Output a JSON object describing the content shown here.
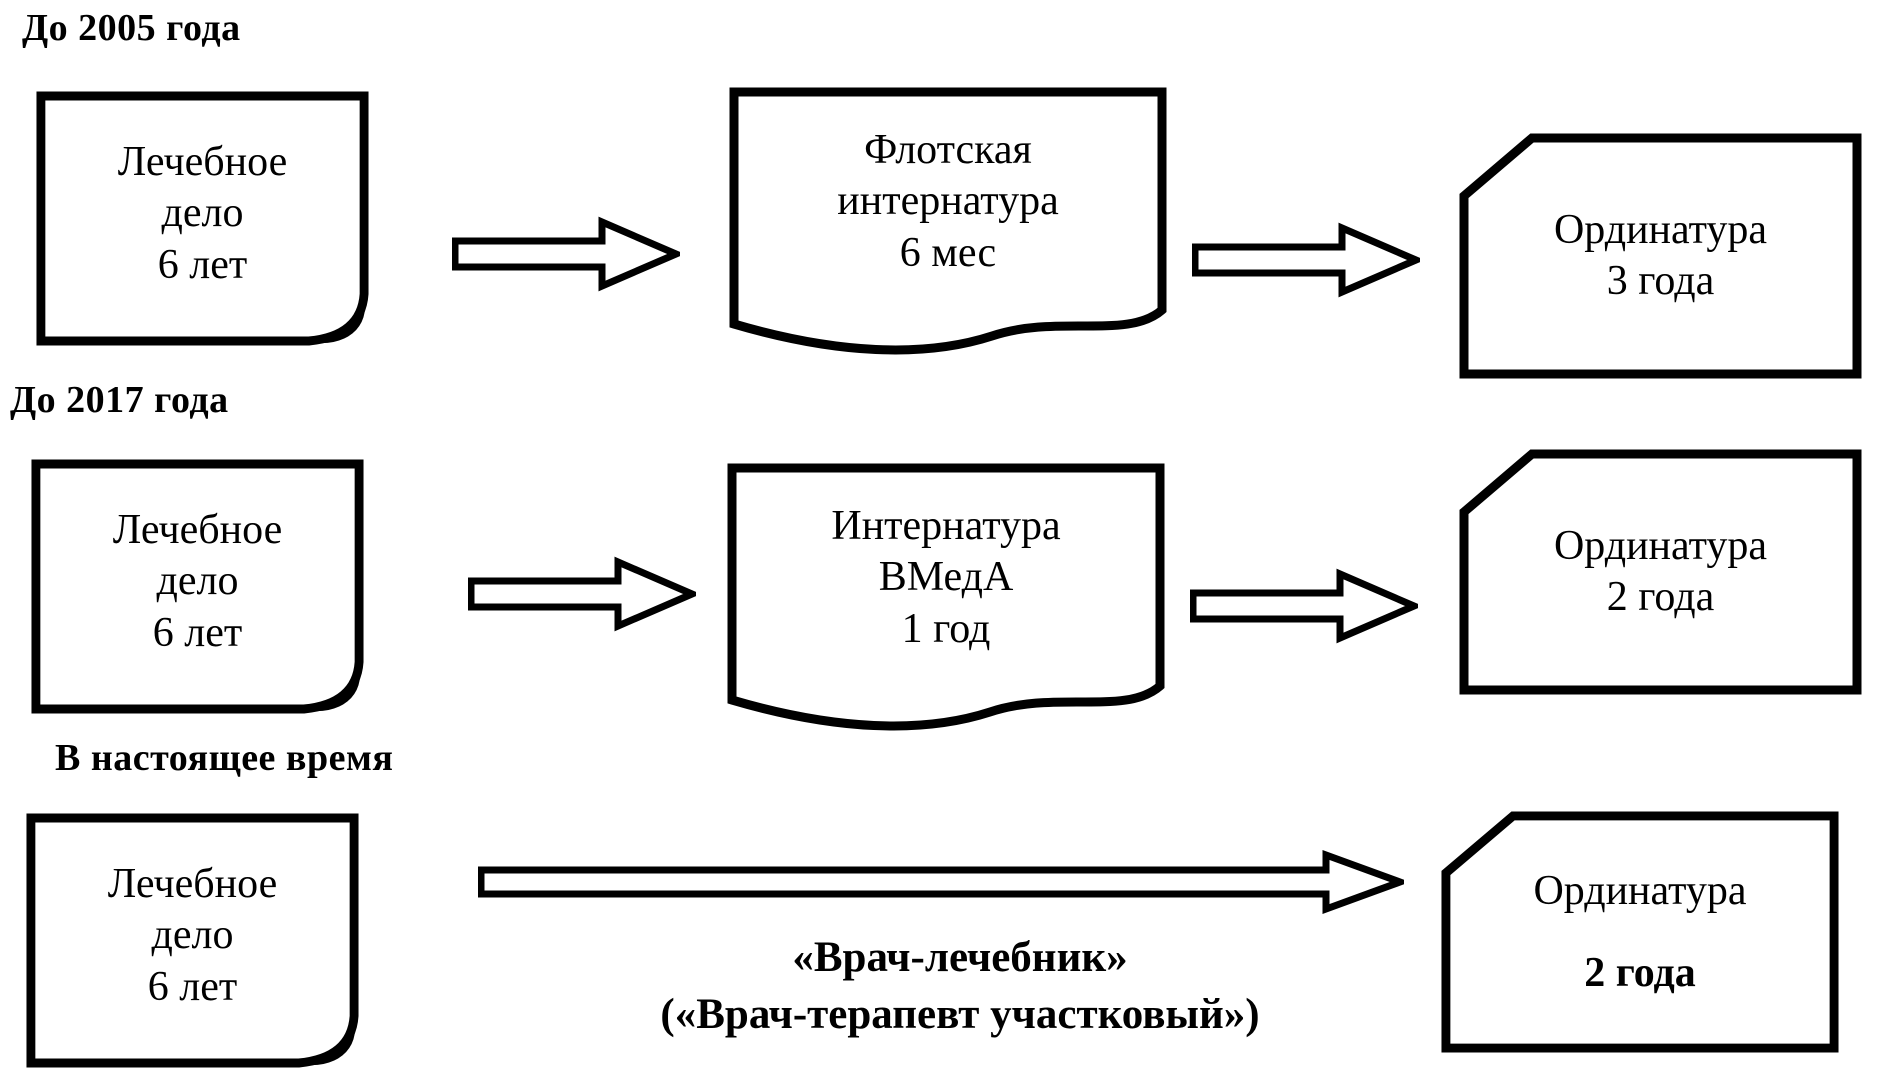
{
  "diagram": {
    "background": "#ffffff",
    "line_color": "#000000"
  },
  "rows": {
    "r1": {
      "label": "До 2005 года",
      "left": "Лечебное\nдело\n6 лет",
      "middle": "Флотская\nинтернатура\n6 мес",
      "right": "Ординатура\n3 года"
    },
    "r2": {
      "label": "До 2017 года",
      "left": "Лечебное\nдело\n6 лет",
      "middle": "Интернатура\nВМедА\n1 год",
      "right": "Ординатура\n2 года"
    },
    "r3": {
      "label": "В настоящее время",
      "left": "Лечебное\nдело\n6 лет",
      "caption_line1": "«Врач-лечебник»",
      "caption_line2": "(«Врач-терапевт участковый»)",
      "right_title": "Ординатура",
      "right_duration": "2 года"
    }
  }
}
